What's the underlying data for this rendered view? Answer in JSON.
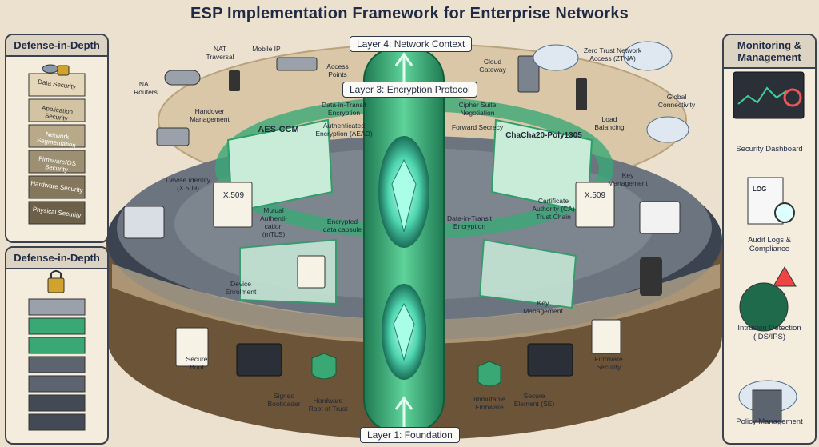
{
  "title": "ESP Implementation Framework for Enterprise Networks",
  "left_panel_top": {
    "title": "Defense-in-Depth",
    "layers": [
      "Data Security",
      "Application Security",
      "Network Segmentation",
      "Firmware/OS Security",
      "Hardware Security",
      "Physical Security"
    ]
  },
  "left_panel_bottom": {
    "title": "Defense-in-Depth"
  },
  "right_panel": {
    "title": "Monitoring & Management",
    "items": [
      "Security Dashboard",
      "Audit Logs & Compliance",
      "Intrusion Detection (IDS/IPS)",
      "Policy Management"
    ],
    "log_text": "LOG"
  },
  "layers": {
    "l4": "Layer 4: Network Context",
    "l3": "Layer 3: Encryption Protocol",
    "l1": "Layer 1: Foundation"
  },
  "labels": {
    "nat_traversal": "NAT Traversal",
    "mobile_ip": "Mobile IP",
    "access_points": "Access Points",
    "nat_routers": "NAT Routers",
    "handover": "Handover Management",
    "cloud_gateway": "Cloud Gateway",
    "ztna": "Zero Trust Network Access (ZTNA)",
    "global_conn": "Global Connectivity",
    "load_balancing": "Load Balancing",
    "data_in_transit_top": "Data-in-Transit Encryption",
    "aead": "Authenticated Encryption (AEAD)",
    "cipher_suite": "Cipher Suite Negotiation",
    "forward_secrecy": "Forward Secrecy",
    "aes_ccm": "AES-CCM",
    "chacha": "ChaCha20-Poly1305",
    "device_identity": "Devise Identity (X.509)",
    "x509_left": "X.509",
    "x509_right": "X.509",
    "mtls": "Mutual Authenti-cation (mTLS)",
    "encrypted_capsule": "Encrypted data capsule",
    "data_in_transit_mid": "Data-in-Transit Encryption",
    "ca_chain": "Certificate Authority (CA) Trust Chain",
    "key_mgmt_right": "Key Management",
    "key_mgmt_lower": "Key Management",
    "device_enrolment": "Device Enrolment",
    "secure_boot": "Secure Boot",
    "signed_bootloader": "Signed Bootloader",
    "hw_root": "Hardware Root of Trust",
    "immutable_fw": "Immutable Firmware",
    "secure_element": "Secure Element (SE)",
    "firmware_security": "Firmware Security"
  },
  "colors": {
    "background": "#ece1cf",
    "accent_green": "#2e9e6a",
    "dark_ring": "#3c4350",
    "panel_border": "#3a4250"
  }
}
